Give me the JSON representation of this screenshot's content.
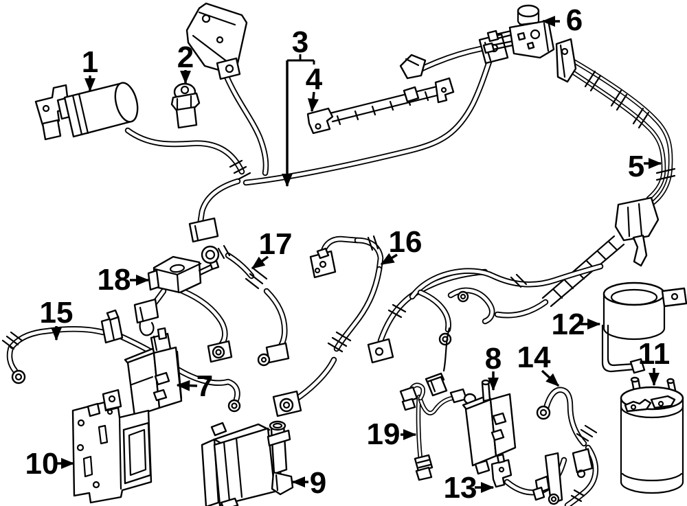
{
  "figure": {
    "type": "exploded-parts-diagram",
    "description": "Black-and-white automotive parts line diagram with numbered callouts 1 to 19 pointing to hoses, valves, brackets and canister components",
    "background_color": "#ffffff",
    "line_color": "#000000",
    "callout_count": 19
  },
  "callouts": [
    {
      "label": "1",
      "arrow_direction": "down"
    },
    {
      "label": "2",
      "arrow_direction": "down"
    },
    {
      "label": "3",
      "arrow_direction": "down"
    },
    {
      "label": "4",
      "arrow_direction": "down"
    },
    {
      "label": "5",
      "arrow_direction": "right"
    },
    {
      "label": "6",
      "arrow_direction": "left"
    },
    {
      "label": "7",
      "arrow_direction": "left"
    },
    {
      "label": "8",
      "arrow_direction": "down"
    },
    {
      "label": "9",
      "arrow_direction": "left"
    },
    {
      "label": "10",
      "arrow_direction": "right"
    },
    {
      "label": "11",
      "arrow_direction": "down"
    },
    {
      "label": "12",
      "arrow_direction": "right"
    },
    {
      "label": "13",
      "arrow_direction": "right"
    },
    {
      "label": "14",
      "arrow_direction": "down-right"
    },
    {
      "label": "15",
      "arrow_direction": "down"
    },
    {
      "label": "16",
      "arrow_direction": "down-left"
    },
    {
      "label": "17",
      "arrow_direction": "down-left"
    },
    {
      "label": "18",
      "arrow_direction": "right"
    },
    {
      "label": "19",
      "arrow_direction": "right"
    }
  ]
}
